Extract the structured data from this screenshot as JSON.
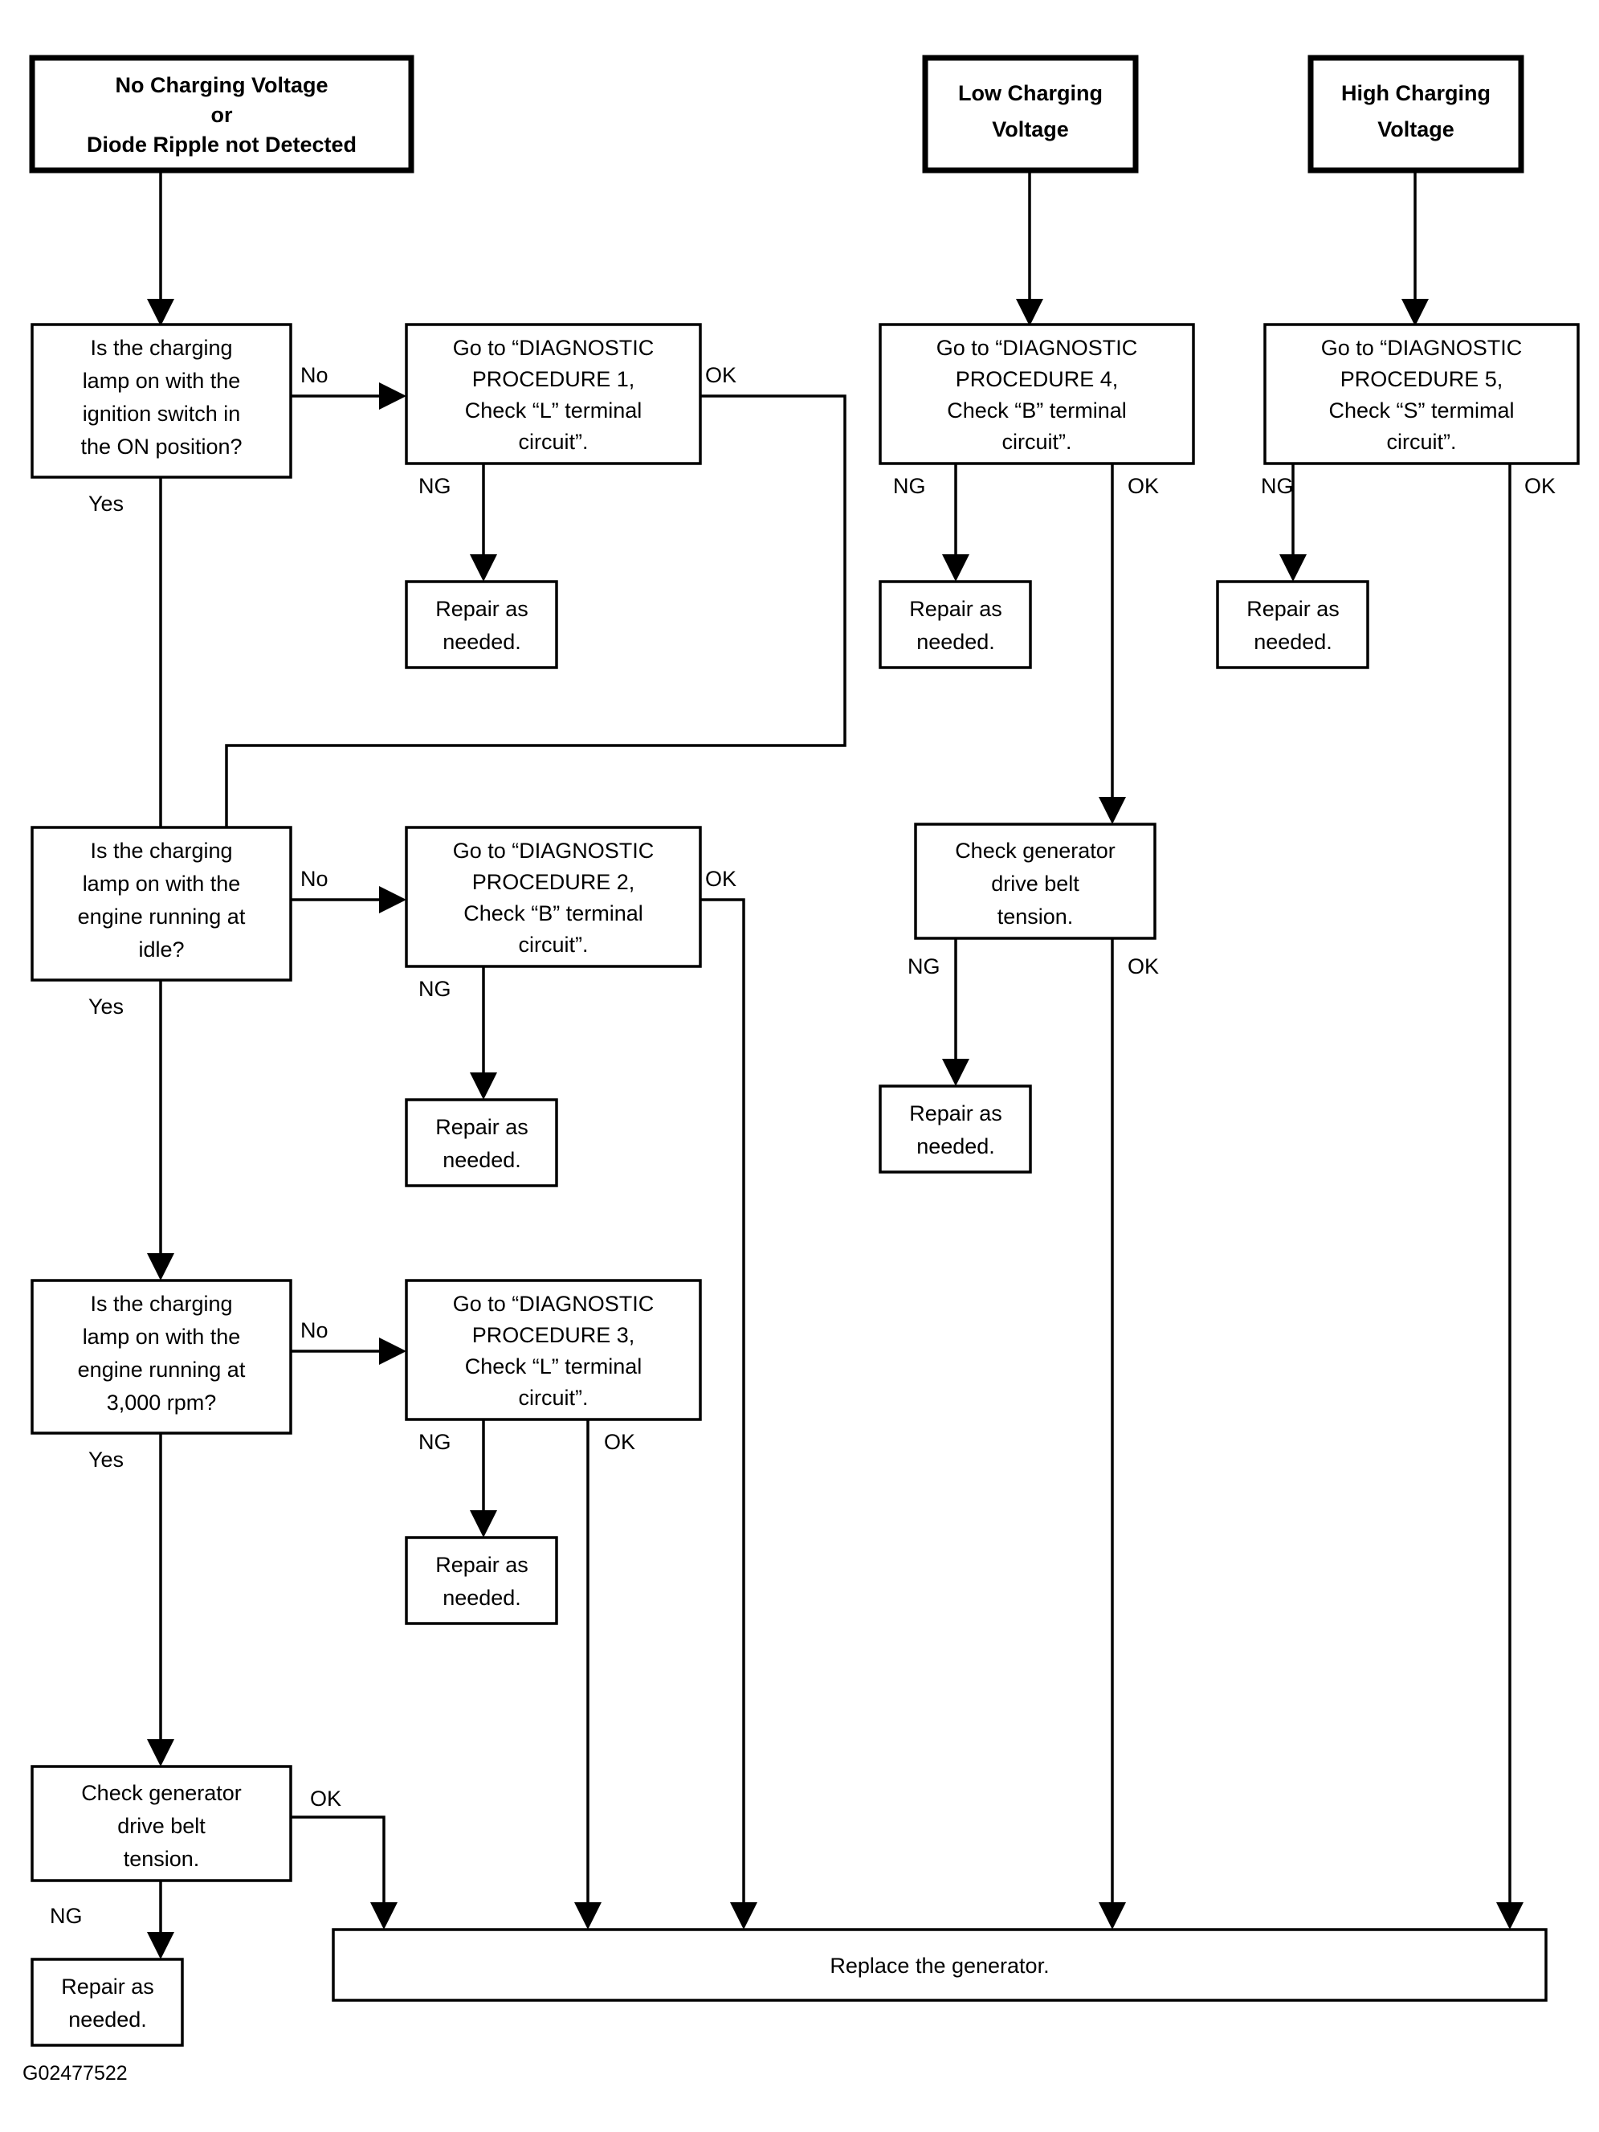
{
  "figure": {
    "code": "G02477522",
    "title": "Charging system diagnostic flowchart"
  },
  "colors": {
    "stroke": "#000000",
    "fill": "#ffffff",
    "text": "#000000"
  },
  "nodes": {
    "start_no_charging": {
      "lines": [
        "No Charging Voltage",
        "or",
        "Diode Ripple not Detected"
      ]
    },
    "start_low_charging": {
      "lines": [
        "Low Charging",
        "Voltage"
      ]
    },
    "start_high_charging": {
      "lines": [
        "High Charging",
        "Voltage"
      ]
    },
    "decision_1": {
      "lines": [
        "Is the charging",
        "lamp on with the",
        "ignition switch in",
        "the ON position?"
      ]
    },
    "decision_2": {
      "lines": [
        "Is the charging",
        "lamp on with the",
        "engine running at",
        "idle?"
      ]
    },
    "decision_3": {
      "lines": [
        "Is the charging",
        "lamp on with the",
        "engine running at",
        "3,000 rpm?"
      ]
    },
    "procedure_1": {
      "lines": [
        "Go to “DIAGNOSTIC",
        "PROCEDURE 1,",
        "Check “L” terminal",
        "circuit”."
      ]
    },
    "procedure_2": {
      "lines": [
        "Go to “DIAGNOSTIC",
        "PROCEDURE 2,",
        "Check “B” terminal",
        "circuit”."
      ]
    },
    "procedure_3": {
      "lines": [
        "Go to “DIAGNOSTIC",
        "PROCEDURE 3,",
        "Check “L” terminal",
        "circuit”."
      ]
    },
    "procedure_4": {
      "lines": [
        "Go to “DIAGNOSTIC",
        "PROCEDURE 4,",
        "Check “B” terminal",
        "circuit”."
      ]
    },
    "procedure_5": {
      "lines": [
        "Go to “DIAGNOSTIC",
        "PROCEDURE 5,",
        "Check “S” termimal",
        "circuit”."
      ]
    },
    "repair_1": {
      "lines": [
        "Repair as",
        "needed."
      ]
    },
    "repair_2": {
      "lines": [
        "Repair as",
        "needed."
      ]
    },
    "repair_3": {
      "lines": [
        "Repair as",
        "needed."
      ]
    },
    "repair_4": {
      "lines": [
        "Repair as",
        "needed."
      ]
    },
    "repair_5": {
      "lines": [
        "Repair as",
        "needed."
      ]
    },
    "repair_6": {
      "lines": [
        "Repair as",
        "needed."
      ]
    },
    "belt_left": {
      "lines": [
        "Check generator",
        "drive belt",
        "tension."
      ]
    },
    "belt_right": {
      "lines": [
        "Check generator",
        "drive belt",
        "tension."
      ]
    },
    "replace_generator": {
      "lines": [
        "Replace the generator."
      ]
    }
  },
  "edge_labels": {
    "d1_no": "No",
    "d1_yes": "Yes",
    "p1_ok": "OK",
    "p1_ng": "NG",
    "d2_no": "No",
    "d2_yes": "Yes",
    "p2_ok": "OK",
    "p2_ng": "NG",
    "d3_no": "No",
    "d3_yes": "Yes",
    "p3_ok": "OK",
    "p3_ng": "NG",
    "p4_ok": "OK",
    "p4_ng": "NG",
    "p5_ok": "OK",
    "p5_ng": "NG",
    "belt_left_ok": "OK",
    "belt_left_ng": "NG",
    "belt_right_ok": "OK",
    "belt_right_ng": "NG"
  }
}
